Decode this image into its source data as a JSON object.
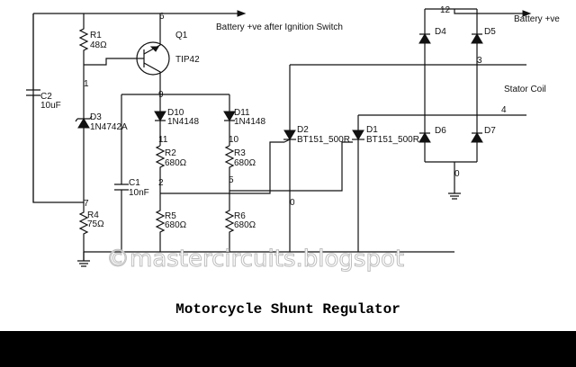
{
  "diagram": {
    "title": "Motorcycle Shunt Regulator",
    "watermark": "©mastercircuits.blogspot",
    "labels": {
      "battery_ign": "Battery +ve after Ignition Switch",
      "battery_pos": "Battery +ve",
      "stator": "Stator Coil"
    },
    "components": {
      "R1": {
        "ref": "R1",
        "value": "48Ω"
      },
      "C2": {
        "ref": "C2",
        "value": "10uF"
      },
      "D3": {
        "ref": "D3",
        "value": "1N4742A"
      },
      "R4": {
        "ref": "R4",
        "value": "75Ω"
      },
      "Q1": {
        "ref": "Q1",
        "value": "TIP42"
      },
      "D10": {
        "ref": "D10",
        "value": "1N4148"
      },
      "D11": {
        "ref": "D11",
        "value": "1N4148"
      },
      "R2": {
        "ref": "R2",
        "value": "680Ω"
      },
      "R3": {
        "ref": "R3",
        "value": "680Ω"
      },
      "C1": {
        "ref": "C1",
        "value": "10nF"
      },
      "R5": {
        "ref": "R5",
        "value": "680Ω"
      },
      "R6": {
        "ref": "R6",
        "value": "680Ω"
      },
      "D2": {
        "ref": "D2",
        "value": "BT151_500R"
      },
      "D1": {
        "ref": "D1",
        "value": "BT151_500R"
      },
      "D4": {
        "ref": "D4"
      },
      "D5": {
        "ref": "D5"
      },
      "D6": {
        "ref": "D6"
      },
      "D7": {
        "ref": "D7"
      }
    },
    "nodes": {
      "n0a": "0",
      "n0b": "0",
      "n1": "1",
      "n2": "2",
      "n3": "3",
      "n4": "4",
      "n5": "5",
      "n6": "6",
      "n7": "7",
      "n9": "9",
      "n10": "10",
      "n11": "11",
      "n12": "12"
    }
  }
}
